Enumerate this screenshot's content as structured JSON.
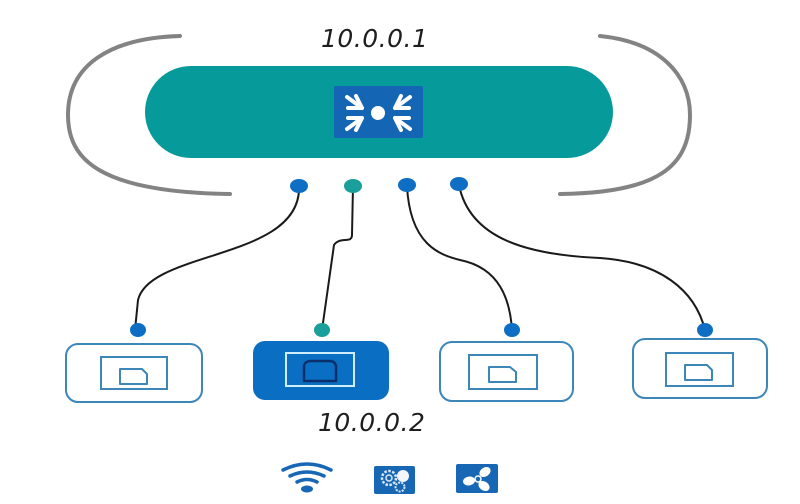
{
  "diagram": {
    "title": "Router with four connected devices",
    "router": {
      "ip_label": "10.0.0.1",
      "icon": "router-arrows-converge-icon",
      "body_color": "#079a9a",
      "icon_bg_color": "#1565b5",
      "bracket_color": "#838383"
    },
    "ports": [
      {
        "id": "port-1",
        "color": "#0d6ec4",
        "connected_device": "device-1"
      },
      {
        "id": "port-2",
        "color": "#1a9f9a",
        "connected_device": "device-2"
      },
      {
        "id": "port-3",
        "color": "#0d6ec4",
        "connected_device": "device-3"
      },
      {
        "id": "port-4",
        "color": "#0d6ec4",
        "connected_device": "device-4"
      }
    ],
    "devices": [
      {
        "id": "device-1",
        "selected": false,
        "icon": "port-socket-icon",
        "dot_color": "#0d6ec4"
      },
      {
        "id": "device-2",
        "selected": true,
        "icon": "port-socket-icon",
        "dot_color": "#1a9f9a",
        "ip_label": "10.0.0.2"
      },
      {
        "id": "device-3",
        "selected": false,
        "icon": "port-socket-icon",
        "dot_color": "#0d6ec4"
      },
      {
        "id": "device-4",
        "selected": false,
        "icon": "port-socket-icon",
        "dot_color": "#0d6ec4"
      }
    ],
    "colors": {
      "device_outline": "#3d86b8",
      "device_selected_fill": "#0a6fc2",
      "wire": "#1a1a1a",
      "toolbar_icon": "#1767b5"
    },
    "toolbar": [
      {
        "name": "wifi-icon",
        "label": "Wi-Fi"
      },
      {
        "name": "gears-icon",
        "label": "Settings"
      },
      {
        "name": "fan-icon",
        "label": "Fan"
      }
    ]
  }
}
